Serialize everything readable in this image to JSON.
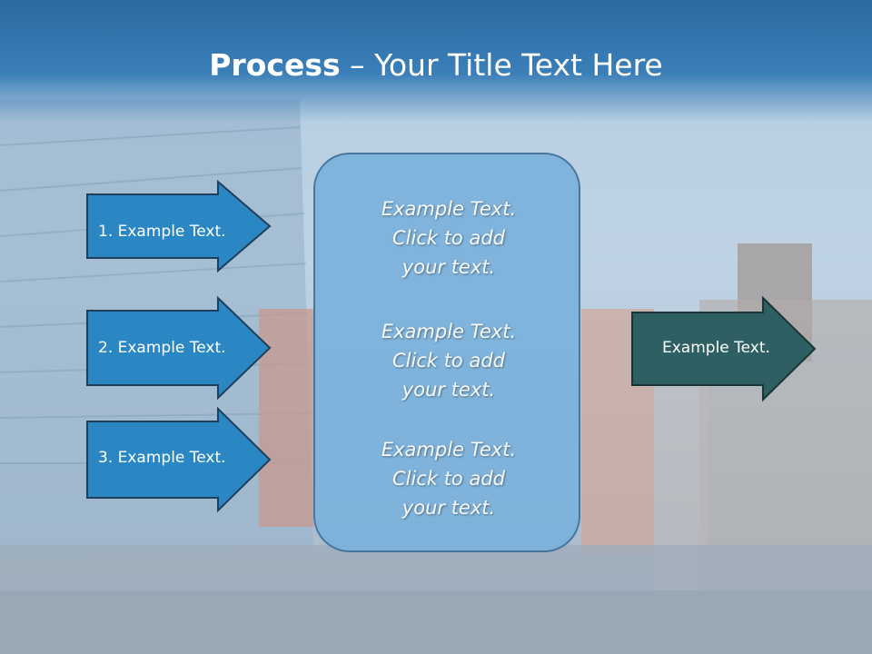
{
  "title": {
    "bold": "Process",
    "rest": " – Your Title Text Here"
  },
  "left_arrows": [
    {
      "label": "1. Example Text."
    },
    {
      "label": "2. Example Text."
    },
    {
      "label": "3. Example Text."
    }
  ],
  "center_box": {
    "blocks": [
      {
        "line1": "Example Text.",
        "line2": "Click  to add",
        "line3": "your text."
      },
      {
        "line1": "Example Text.",
        "line2": "Click  to add",
        "line3": "your text."
      },
      {
        "line1": "Example Text.",
        "line2": "Click  to add",
        "line3": "your text."
      }
    ]
  },
  "right_arrow": {
    "label": "Example Text."
  },
  "colors": {
    "title_band": "#2b6aa3",
    "left_arrow_fill": "#2b87c4",
    "left_arrow_stroke": "#1e3f5c",
    "center_box_fill": "#7bb2dc",
    "right_arrow_fill": "#2e5f62"
  }
}
